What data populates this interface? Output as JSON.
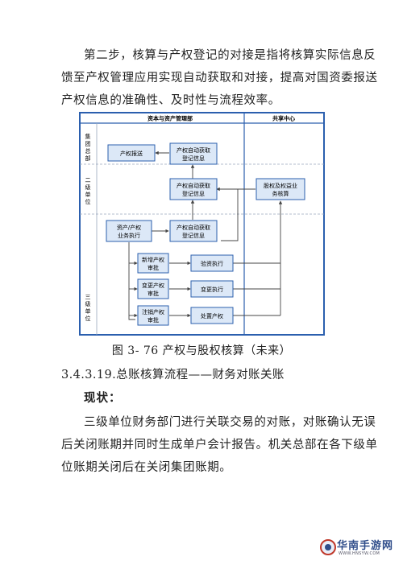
{
  "intro_paragraph": {
    "lines": [
      "第二步，核算与产权登记的对接是指将核算实际信息反",
      "馈至产权管理应用实现自动获取和对接，提高对国资委报送",
      "产权信息的准确性、及时性与流程效率。"
    ]
  },
  "diagram": {
    "header_left": "资本与资产管理部",
    "header_right": "共享中心",
    "rows": [
      "集团总部",
      "二级单位",
      "三级单位"
    ],
    "boxes": {
      "equity_report": "产权报送",
      "auto_fetch_1": [
        "产权自动获取",
        "登记信息"
      ],
      "auto_fetch_2": [
        "产权自动获取",
        "登记信息"
      ],
      "auto_fetch_3": [
        "产权自动获取",
        "登记信息"
      ],
      "asset_business": [
        "资产/产权",
        "业务执行"
      ],
      "equity_accounting": [
        "股权及权益业",
        "务核算"
      ],
      "new_approval": [
        "新增产权",
        "审批"
      ],
      "change_approval": [
        "变更产权",
        "审批"
      ],
      "cancel_approval": [
        "注销产权",
        "审批"
      ],
      "capital_verify": "验资执行",
      "change_exec": "变更执行",
      "disposal": "处置产权"
    },
    "colors": {
      "border": "#2b5fae",
      "box_fill": "#dce8f7",
      "box_border": "#2b5fae",
      "grid": "#9aa8bd",
      "arrow": "#444444"
    }
  },
  "caption": "图 3- 76 产权与股权核算（未来）",
  "section_heading": "3.4.3.19.总账核算流程——财务对账关账",
  "status_label": "现状：",
  "body_paragraph": {
    "lines": [
      "三级单位财务部门进行关联交易的对账，对账确认无误",
      "后关闭账期并同时生成单户会计报告。机关总部在各下级单",
      "位账期关闭后在关闭集团账期。"
    ]
  },
  "watermark": {
    "name": "华南手游网",
    "url": "WWW.HNSYW.COM"
  }
}
